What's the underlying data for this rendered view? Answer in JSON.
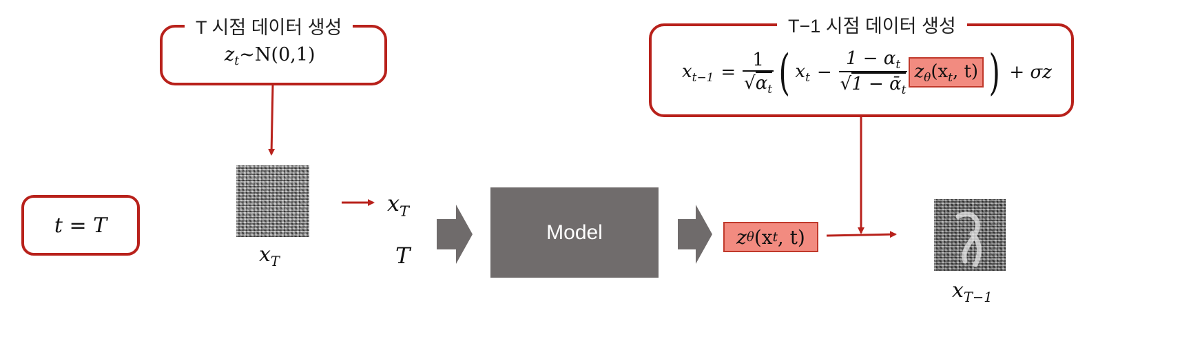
{
  "top_left_box": {
    "title": "T 시점 데이터 생성",
    "formula": {
      "base": "z",
      "sub": "t",
      "rest": "∼N(0,1)"
    }
  },
  "top_right_box": {
    "title": "T−1 시점 데이터 생성",
    "formula": {
      "lhs_base": "x",
      "lhs_sub": "t−1",
      "eq": "=",
      "frac1_num": "1",
      "frac1_den_base": "α",
      "frac1_den_sub": "t",
      "x_base": "x",
      "x_sub": "t",
      "minus": "−",
      "frac2_num_prefix": "1 − α",
      "frac2_num_sub": "t",
      "frac2_den_prefix": "1 − ᾱ",
      "frac2_den_sub": "t",
      "eps_base": "z",
      "eps_sub": "θ",
      "eps_args_open": "(x",
      "eps_args_sub": "t",
      "eps_args_close": ", t)",
      "tail": "+ σz"
    }
  },
  "t_box": {
    "text": "t = T"
  },
  "noise_caption": {
    "base": "x",
    "sub": "T"
  },
  "inputs": {
    "xt": {
      "base": "x",
      "sub": "T"
    },
    "t": "T"
  },
  "model": {
    "label": "Model"
  },
  "output": {
    "base": "z",
    "sub": "θ",
    "open": "(x",
    "arg_sub": "t",
    "close": ", t)"
  },
  "result_caption": {
    "base": "x",
    "sub": "T−1"
  },
  "colors": {
    "accent": "#b8211b",
    "model_fill": "#706c6c",
    "highlight": "#f28b80",
    "block_arrow": "#6f6b6b"
  }
}
